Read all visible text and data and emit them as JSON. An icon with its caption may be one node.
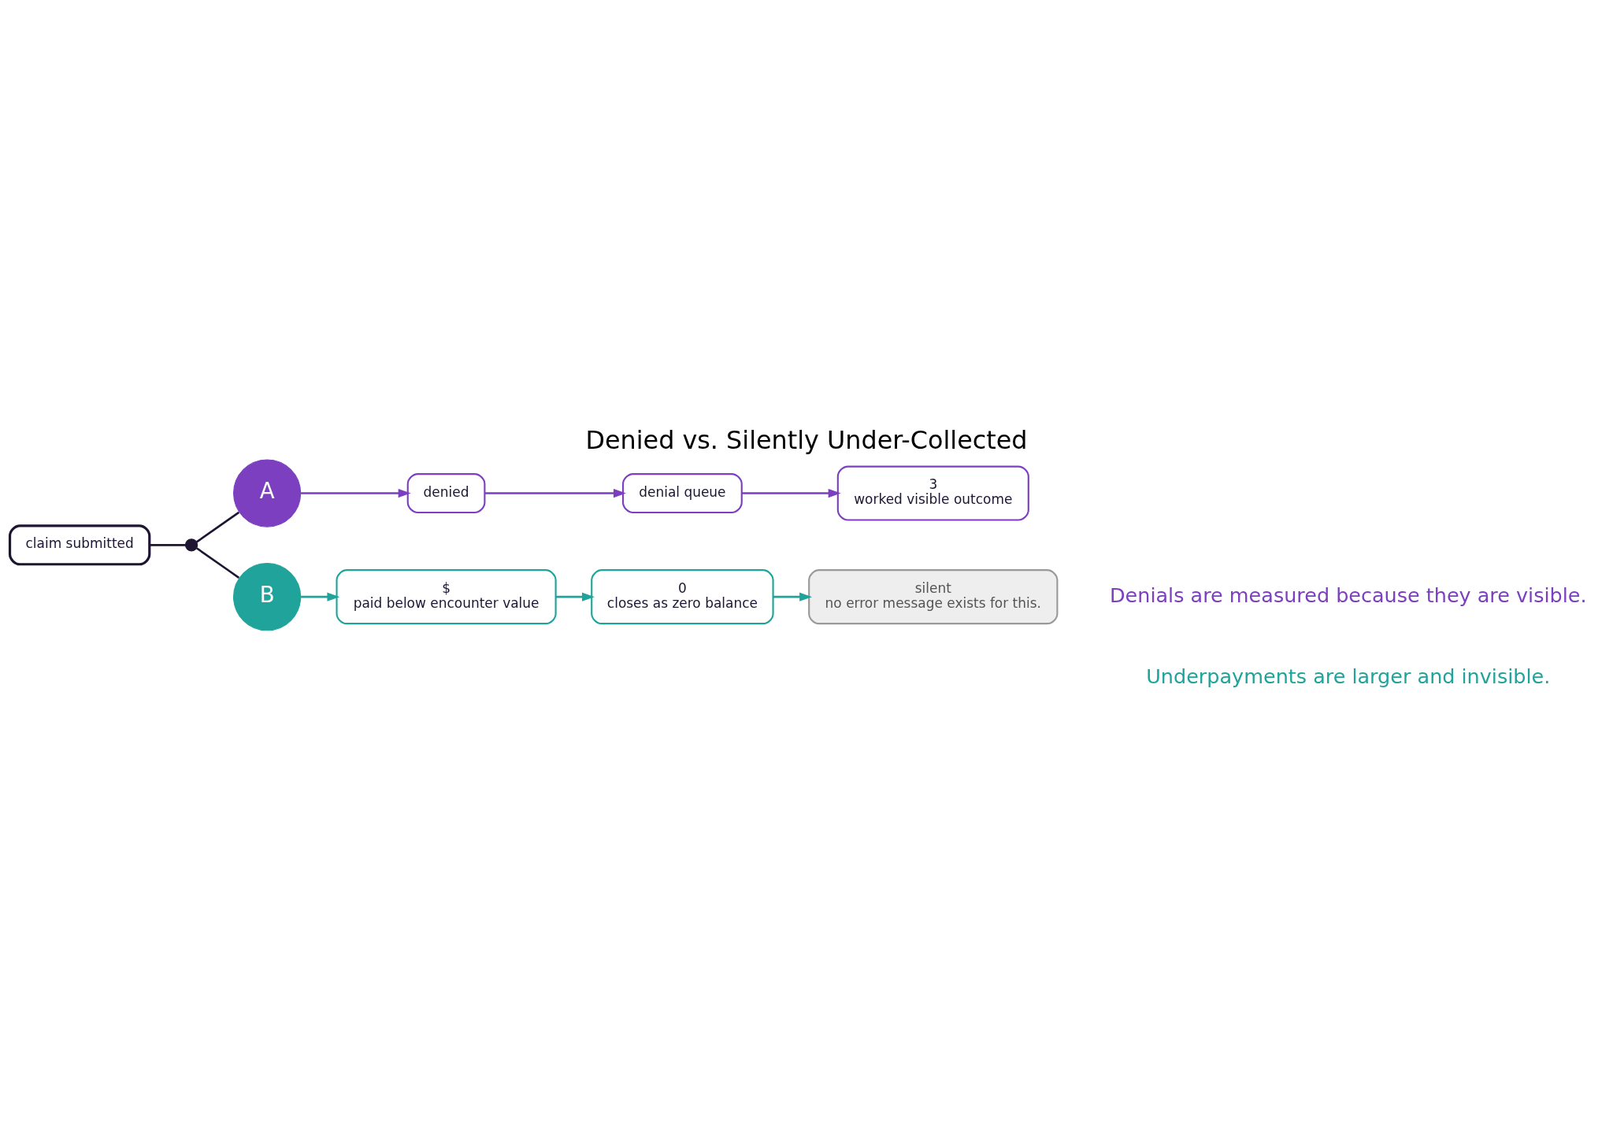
{
  "diagram": {
    "title": "Denied vs. Silently Under-Collected",
    "nodes": [
      {
        "text": [
          "claim submitted"
        ]
      },
      {
        "text": [],
        "shape": "circle"
      },
      {
        "text": [
          "A"
        ]
      },
      {
        "text": [
          "denied"
        ]
      },
      {
        "text": [
          "denial queue"
        ]
      },
      {
        "text": [
          "3",
          "worked visible outcome"
        ]
      },
      {
        "text": [
          "B"
        ]
      },
      {
        "text": [
          "$",
          "paid below encounter value"
        ]
      },
      {
        "text": [
          "0",
          "closes as zero balance"
        ]
      },
      {
        "text": [
          "silent",
          "no error message exists for this."
        ]
      }
    ],
    "edges": [
      {
        "from": 0,
        "to": 1,
        "arrow": "none",
        "color": "#1e1533"
      },
      {
        "from": 1,
        "to": 2,
        "arrow": "none",
        "color": "#1e1533"
      },
      {
        "from": 1,
        "to": 6,
        "arrow": "none",
        "color": "#1e1533"
      },
      {
        "from": 2,
        "to": 3,
        "arrow": "to",
        "color": "#7b3fbf"
      },
      {
        "from": 3,
        "to": 4,
        "arrow": "to",
        "color": "#7b3fbf"
      },
      {
        "from": 4,
        "to": 5,
        "arrow": "to",
        "color": "#7b3fbf"
      },
      {
        "from": 6,
        "to": 7,
        "arrow": "to",
        "color": "#1fa39a"
      },
      {
        "from": 7,
        "to": 8,
        "arrow": "to",
        "color": "#1fa39a"
      },
      {
        "from": 8,
        "to": 9,
        "arrow": "to",
        "color": "#1fa39a"
      }
    ],
    "labels": [
      "Denials are measured because they are visible.",
      "Underpayments are larger and invisible."
    ]
  }
}
